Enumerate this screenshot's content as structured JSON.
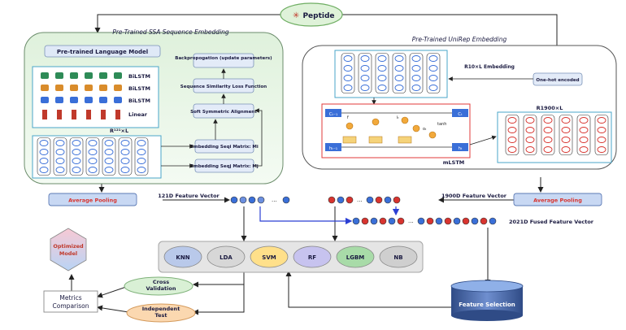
{
  "peptide": "Peptide",
  "left_panel": {
    "title": "Pre-Trained SSA Sequence Embedding",
    "language_model": "Pre-trained Language Model",
    "bilstm_labels": [
      "BiLSTM",
      "BiLSTM",
      "BiLSTM"
    ],
    "linear": "Linear",
    "dim_label": "R¹²¹×L",
    "backprop": "Backpropogation (update parameters)",
    "seq_loss": "Sequence Similarity Loss Function",
    "soft_align": "Soft Symmetric Alignment",
    "emb_seq_i": "Embedding Seqi Matrix: Mi",
    "emb_seq_j": "Embedding Seqj Matrix: Mj"
  },
  "right_panel": {
    "title": "Pre-Trained UniRep Embedding",
    "r10": "R10×L Embedding",
    "onehot": "One-hot encoded",
    "r1900": "R1900×L",
    "mlstm": "mLSTM",
    "cell_labels": [
      "Cₜ₋₁",
      "hₜ₋₁",
      "Cₜ",
      "hₜ",
      "f",
      "iₜ",
      "oₜ",
      "tanh"
    ]
  },
  "avg_pool_left": "Average Pooling",
  "avg_pool_right": "Average Pooling",
  "feat121": "121D Feature Vector",
  "feat1900": "1900D Feature Vector",
  "feat2021": "2021D Fused Feature Vector",
  "classifiers": [
    "KNN",
    "LDA",
    "SVM",
    "RF",
    "LGBM",
    "NB"
  ],
  "classifier_colors": [
    "#b9c9ea",
    "#d7d7d7",
    "#ffe08a",
    "#c7c3ef",
    "#a8dba8",
    "#cfcfcf"
  ],
  "optimized_model": "Optimized Model",
  "metrics": "Metrics Comparison",
  "cross_validation": "Cross Validation",
  "independent_test": "Independent Test",
  "feature_selection": "Feature Selection"
}
